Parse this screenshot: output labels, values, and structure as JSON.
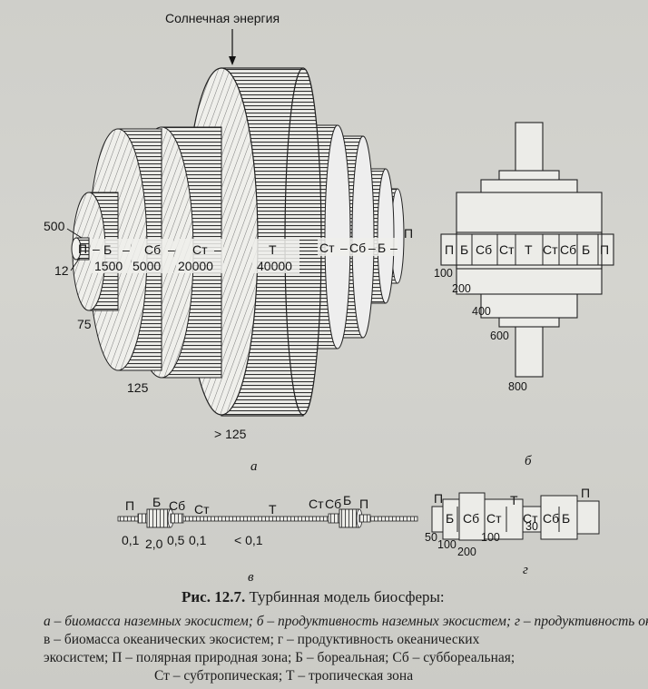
{
  "fig_a": {
    "sun_label": "Солнечная энергия",
    "zones": [
      {
        "abbr": "П",
        "value": ""
      },
      {
        "abbr": "Б",
        "value": "1500"
      },
      {
        "abbr": "Сб",
        "value": "5000"
      },
      {
        "abbr": "Ст",
        "value": "20000"
      },
      {
        "abbr": "Т",
        "value": "40000"
      },
      {
        "abbr": "Ст",
        "value": ""
      },
      {
        "abbr": "Сб",
        "value": ""
      },
      {
        "abbr": "Б",
        "value": ""
      },
      {
        "abbr": "П",
        "value": ""
      }
    ],
    "label_500": "500",
    "label_12": "12",
    "label_75": "75",
    "label_125": "125",
    "label_gt125": "> 125",
    "letter": "а"
  },
  "fig_b": {
    "zones": [
      "П",
      "Б",
      "Сб",
      "Ст",
      "Т",
      "Ст",
      "Сб",
      "Б",
      "П"
    ],
    "levels": [
      "100",
      "200",
      "400",
      "600",
      "800"
    ],
    "letter": "б"
  },
  "fig_v": {
    "zones": [
      "П",
      "Б",
      "Сб",
      "Ст",
      "Т",
      "Ст",
      "Сб",
      "Б",
      "П"
    ],
    "values": [
      "0,1",
      "2,0",
      "0,5",
      "0,1",
      "< 0,1"
    ],
    "letter": "в"
  },
  "fig_g": {
    "zones": [
      "П",
      "Б",
      "Сб",
      "Ст",
      "Т",
      "Ст",
      "Сб",
      "Б",
      "П"
    ],
    "values": [
      "50",
      "100",
      "200",
      "100",
      "30"
    ],
    "letter": "г"
  },
  "caption": {
    "title_bold": "Рис. 12.7.",
    "title_rest": " Турбинная модель биосферы:",
    "line1": "а – биомасса наземных экосистем; б – продуктивность наземных экосистем; г – продуктивность океанических",
    "line2": "в – биомасса океанических экосистем; г – продуктивность океанических",
    "line3": "экосистем; П – полярная природная зона; Б – бореальная; Сб – суббореальная;",
    "line4": "Ст – субтропическая; Т – тропическая зона"
  }
}
